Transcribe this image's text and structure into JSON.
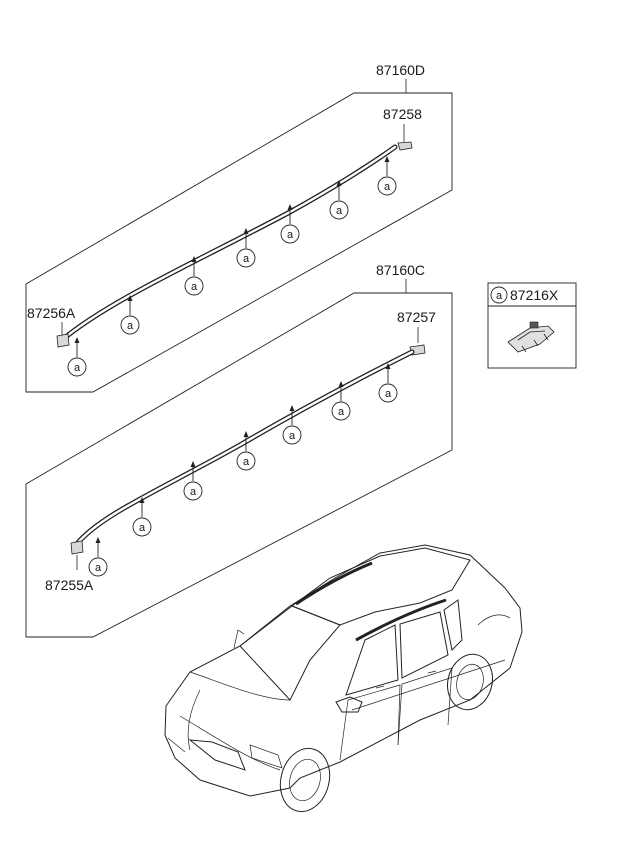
{
  "parts": {
    "upper_rail": "87160D",
    "upper_rear_cap": "87258",
    "upper_front_cap": "87256A",
    "lower_rail": "87160C",
    "lower_rear_cap": "87257",
    "lower_front_cap": "87255A",
    "clip": "87216X"
  },
  "callout_letter": "a"
}
